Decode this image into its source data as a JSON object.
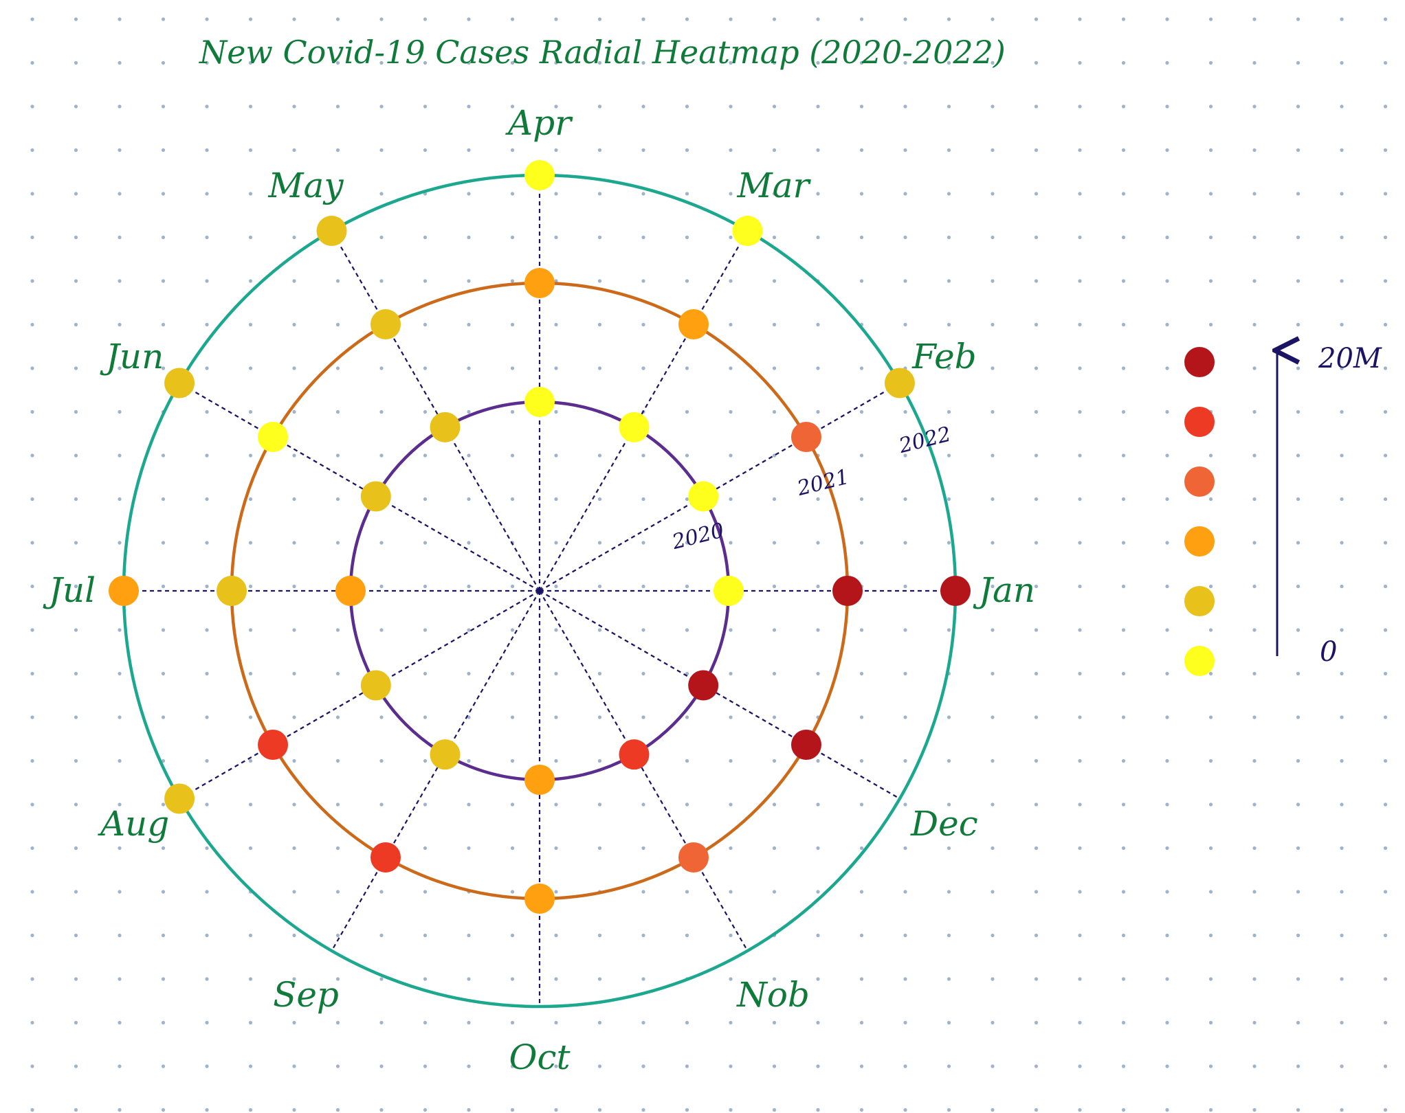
{
  "chart_data": {
    "type": "heatmap",
    "subtype": "radial",
    "title": "New Covid-19 Cases Radial Heatmap (2020-2022)",
    "months": [
      "Jan",
      "Feb",
      "Mar",
      "Apr",
      "May",
      "Jun",
      "Jul",
      "Aug",
      "Sep",
      "Oct",
      "Nob",
      "Dec"
    ],
    "rings": [
      {
        "year": "2020",
        "color": "#5b2d8e",
        "levels": [
          1,
          1,
          1,
          1,
          2,
          2,
          3,
          2,
          2,
          3,
          5,
          6
        ]
      },
      {
        "year": "2021",
        "color": "#cc6a1a",
        "levels": [
          6,
          4,
          3,
          3,
          2,
          1,
          2,
          5,
          5,
          3,
          4,
          6
        ]
      },
      {
        "year": "2022",
        "color": "#1ba88f",
        "levels": [
          6,
          2,
          1,
          1,
          2,
          2,
          3,
          2,
          null,
          null,
          null,
          null
        ]
      }
    ],
    "scale": {
      "colors": [
        "#ffff1e",
        "#e8c21a",
        "#ffa010",
        "#ef6535",
        "#ec3a24",
        "#b3151a"
      ],
      "min_label": "0",
      "max_label": "20M"
    },
    "grid": "dotted",
    "spokes": "dashed"
  }
}
